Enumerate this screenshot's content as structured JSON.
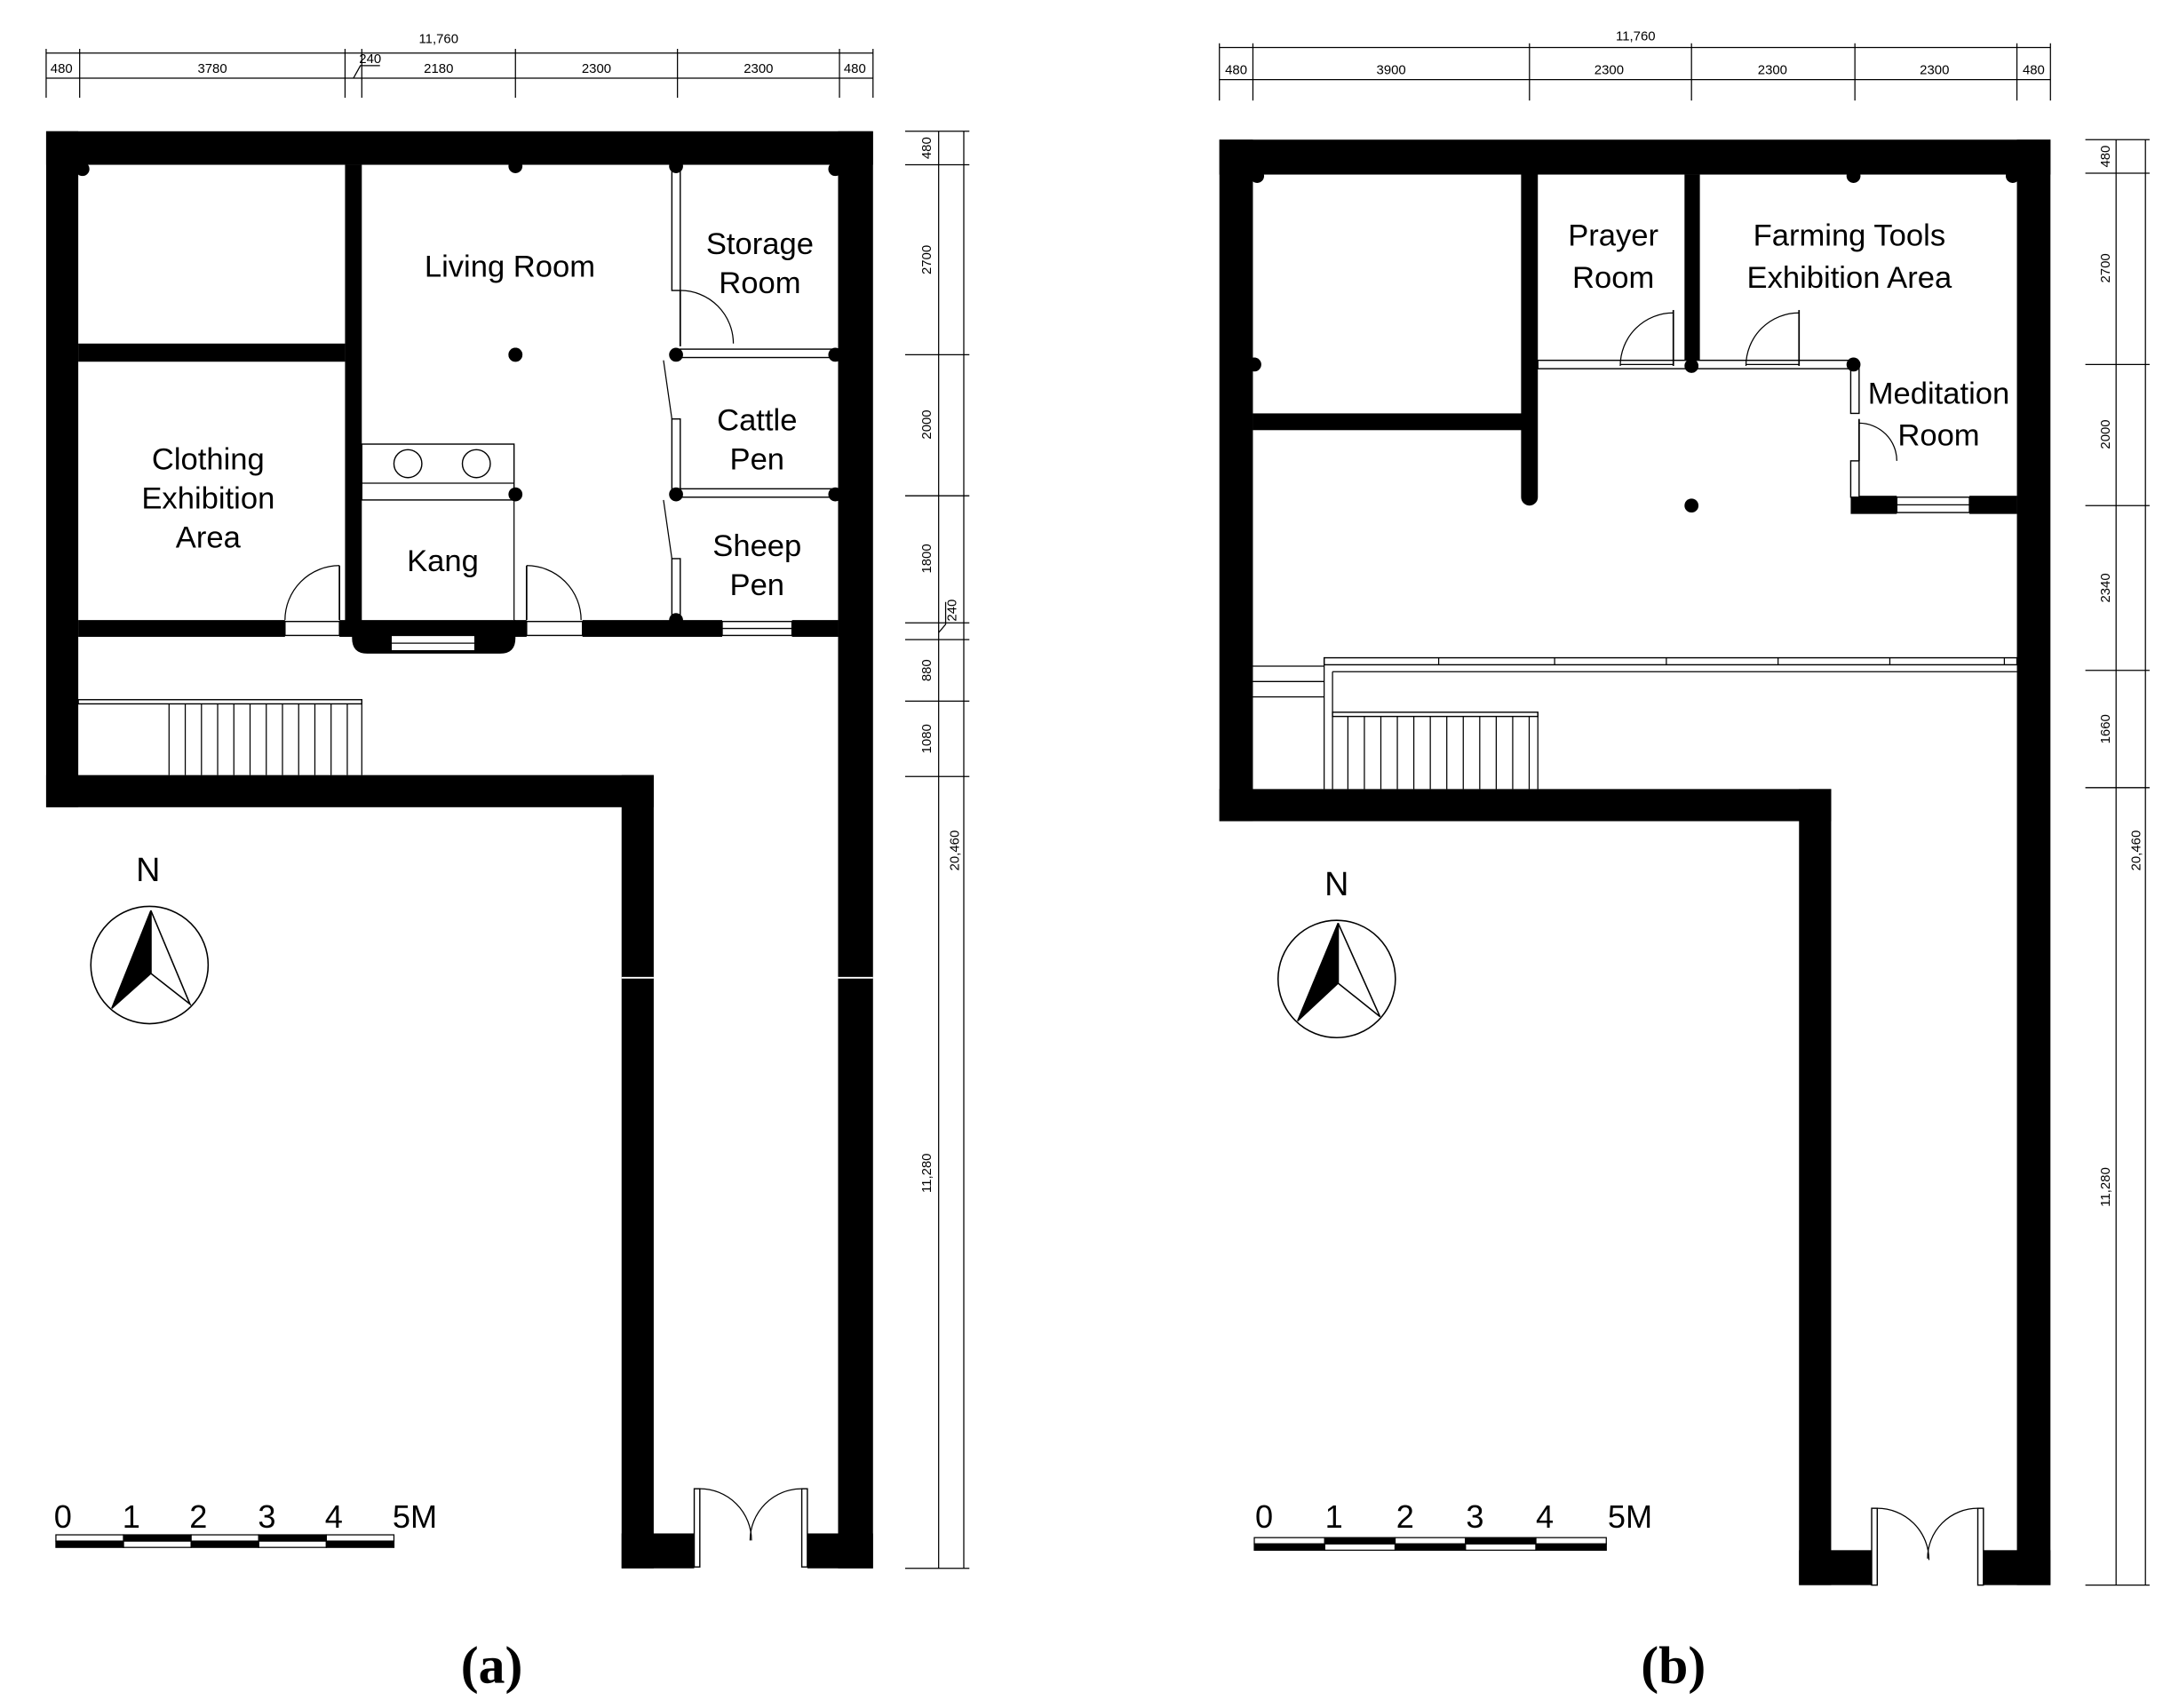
{
  "colors": {
    "ink": "#000000",
    "paper": "#ffffff"
  },
  "icons": {
    "compass": "north-arrow-icon"
  },
  "panels": [
    {
      "caption": "(a)",
      "top_dimension": {
        "total": "11,760",
        "segments": [
          "480",
          "3780",
          "240",
          "2180",
          "2300",
          "2300",
          "480"
        ]
      },
      "side_dimension": {
        "total": "20,460",
        "segments": [
          "480",
          "2700",
          "2000",
          "1800",
          "240",
          "880",
          "1080",
          "11,280"
        ]
      },
      "rooms": {
        "living_room": [
          "Living Room"
        ],
        "storage_room": [
          "Storage",
          "Room"
        ],
        "cattle_pen": [
          "Cattle",
          "Pen"
        ],
        "sheep_pen": [
          "Sheep",
          "Pen"
        ],
        "kang": [
          "Kang"
        ],
        "clothing_exhibition_area": [
          "Clothing",
          "Exhibition",
          "Area"
        ]
      },
      "north_label": "N",
      "scale_bar": [
        "0",
        "1",
        "2",
        "3",
        "4",
        "5M"
      ]
    },
    {
      "caption": "(b)",
      "top_dimension": {
        "total": "11,760",
        "segments": [
          "480",
          "3900",
          "2300",
          "2300",
          "2300",
          "480"
        ]
      },
      "side_dimension": {
        "total": "20,460",
        "segments": [
          "480",
          "2700",
          "2000",
          "2340",
          "1660",
          "11,280"
        ]
      },
      "rooms": {
        "prayer_room": [
          "Prayer",
          "Room"
        ],
        "farming_tools_exhibition_area": [
          "Farming Tools",
          "Exhibition Area"
        ],
        "meditation_room": [
          "Meditation",
          "Room"
        ]
      },
      "north_label": "N",
      "scale_bar": [
        "0",
        "1",
        "2",
        "3",
        "4",
        "5M"
      ]
    }
  ]
}
